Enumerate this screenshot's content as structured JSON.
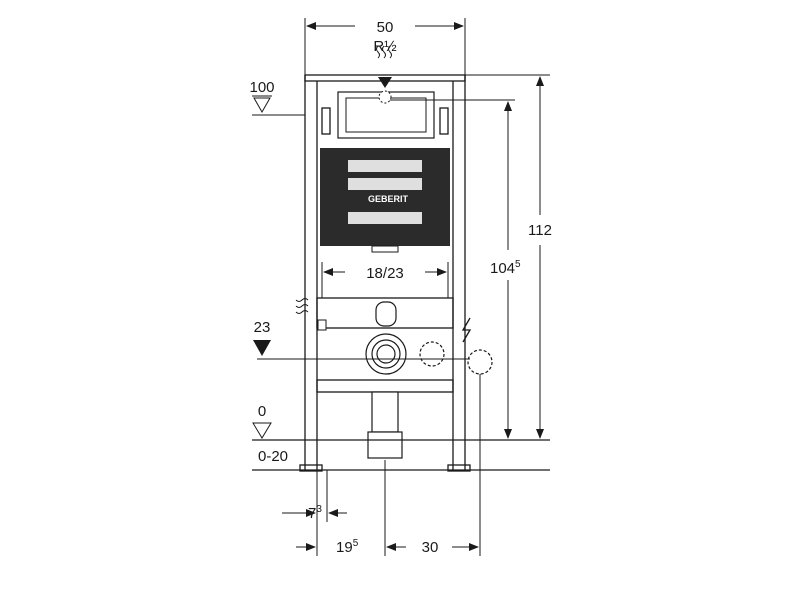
{
  "drawing": {
    "top_width": "50",
    "pipe_connection": "R½",
    "total_height": "112",
    "actuation_height_main": "104",
    "actuation_height_sup": "5",
    "bracket_spacing": "18/23",
    "level_upper": "100",
    "level_mid": "23",
    "level_zero": "0",
    "level_range": "0-20",
    "offset_left_main": "7",
    "offset_left_sup": "3",
    "offset_mid_main": "19",
    "offset_mid_sup": "5",
    "offset_right": "30",
    "brand_text": "GEBERIT"
  },
  "colors": {
    "line": "#1a1a1a",
    "panel": "#2b2b2b"
  }
}
